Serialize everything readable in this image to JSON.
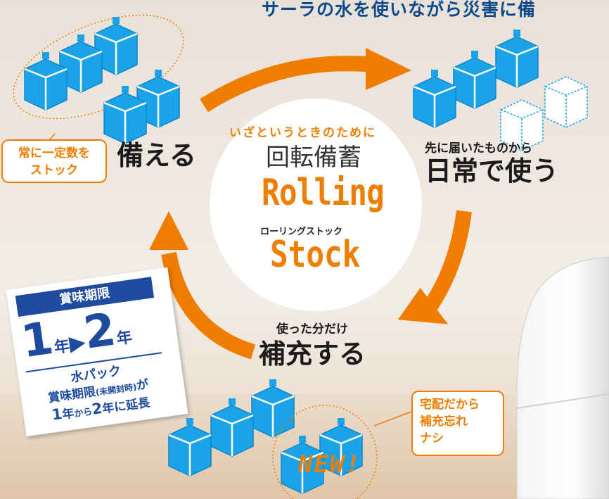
{
  "banner": "サーラの水を使いながら災害に備",
  "center": {
    "subtitle": "いざというときのために",
    "title": "回転備蓄",
    "rolling": "Rolling",
    "kana": "ローリングストック",
    "stock": "Stock"
  },
  "stages": {
    "prepare": {
      "title": "備える"
    },
    "use": {
      "lead": "先に届いたものから",
      "title": "日常で使う"
    },
    "refill": {
      "lead": "使った分だけ",
      "title": "補充する"
    }
  },
  "callouts": {
    "stock_line1": "常に一定数を",
    "stock_line2": "ストック",
    "delivery_line1": "宅配だから",
    "delivery_line2": "補充忘れ",
    "delivery_line3": "ナシ"
  },
  "badge": {
    "header": "賞味期限",
    "from": "1",
    "to": "2",
    "unit": "年",
    "line1": "水パック",
    "line2a": "賞味期限",
    "line2b": "(未開封時)",
    "line2c": "が",
    "line3a": "1",
    "line3b": "年",
    "line3c": "から",
    "line3d": "2",
    "line3e": "年",
    "line3f": "に延長"
  },
  "new_label": "NEW!",
  "colors": {
    "accent": "#ee7d00",
    "water": "#1aa3e8",
    "navy": "#1e4aa0"
  }
}
